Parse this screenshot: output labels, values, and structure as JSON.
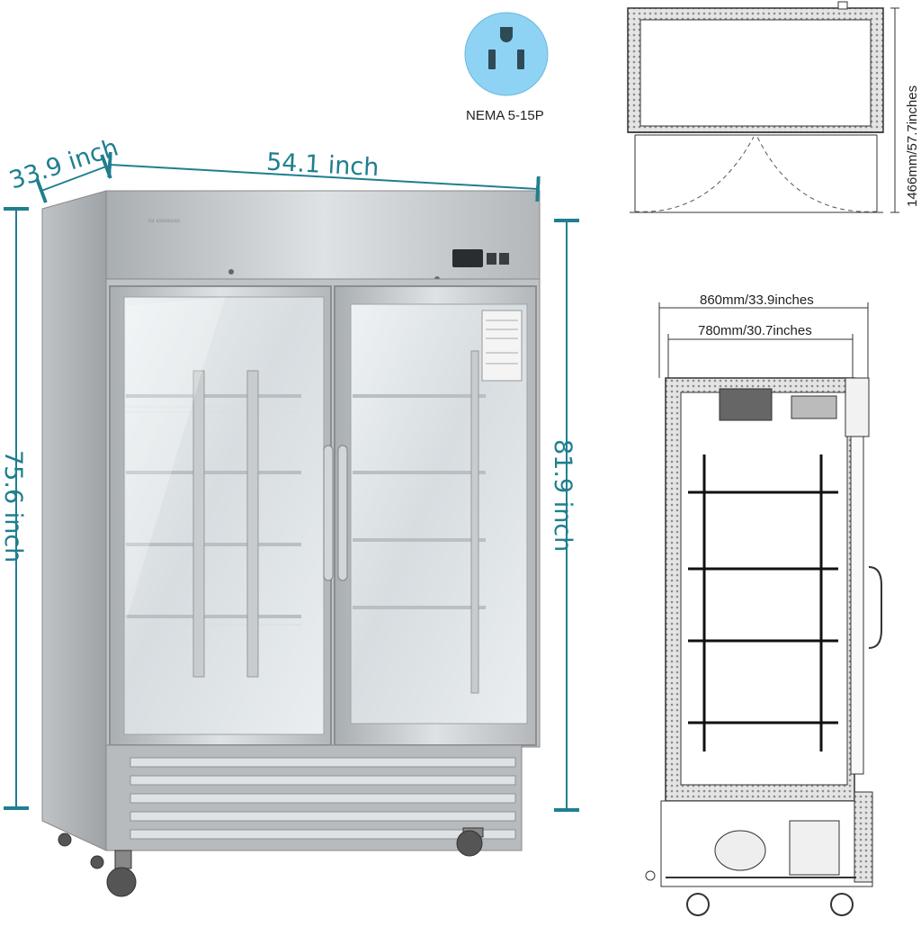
{
  "product": {
    "dimensions": {
      "depth": "33.9 inch",
      "width": "54.1 inch",
      "height_body": "75.6 inch",
      "height_total": "81.9 inch"
    },
    "plug": {
      "label": "NEMA 5-15P",
      "color": "#8fd3f4"
    },
    "top_view": {
      "depth_label": "1466mm/57.7inches"
    },
    "side_view": {
      "outer_depth_label": "860mm/33.9inches",
      "inner_depth_label": "780mm/30.7inches"
    }
  },
  "colors": {
    "dimension_line": "#1f7f8f",
    "stainless": "#c9ccce",
    "stainless_dark": "#8e9396",
    "glass": "#e6ebee",
    "insulation": "#cfcfcf"
  }
}
